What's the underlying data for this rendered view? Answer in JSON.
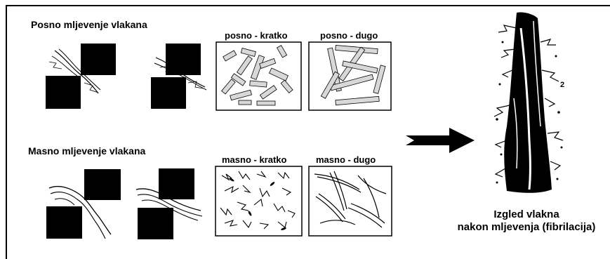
{
  "diagram": {
    "sections": {
      "dry": {
        "title": "Posno mljevenje vlakana"
      },
      "wet": {
        "title": "Masno mljevenje vlakana"
      }
    },
    "boxes": {
      "dry_short": "posno - kratko",
      "dry_long": "posno - dugo",
      "wet_short": "masno - kratko",
      "wet_long": "masno - dugo"
    },
    "result": {
      "caption_line1": "Izgled vlakna",
      "caption_line2": "nakon mljevenja (fibrilacija)",
      "marker": "2"
    }
  }
}
